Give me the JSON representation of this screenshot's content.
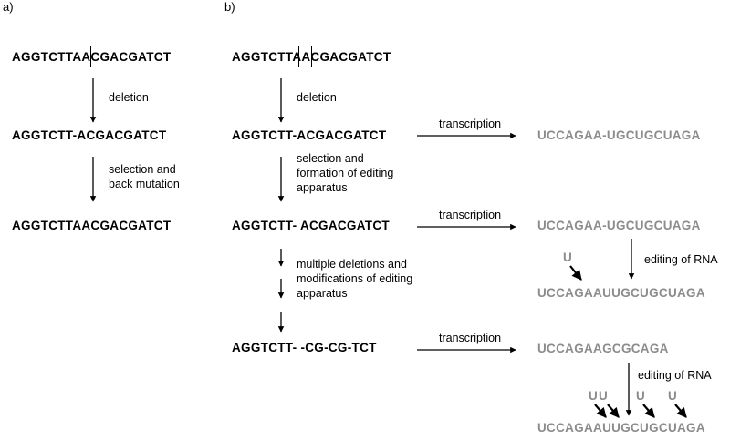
{
  "panel_a": {
    "label": "a)",
    "seq1": "AGGTCTTAACGACGATCT",
    "step1": "deletion",
    "seq2": "AGGTCTT-ACGACGATCT",
    "step2_line1": "selection and",
    "step2_line2": "back mutation",
    "seq3": "AGGTCTTAACGACGATCT"
  },
  "panel_b": {
    "label": "b)",
    "seq1": "AGGTCTTAACGACGATCT",
    "step1": "deletion",
    "seq2": "AGGTCTT-ACGACGATCT",
    "step2_line1": "selection and",
    "step2_line2": "formation of editing",
    "step2_line3": "apparatus",
    "seq3": "AGGTCTT- ACGACGATCT",
    "step3_line1": "multiple deletions and",
    "step3_line2": "modifications of editing",
    "step3_line3": "apparatus",
    "seq4": "AGGTCTT- -CG-CG-TCT",
    "transcription": "transcription",
    "rna1": "UCCAGAA-UGCUGCUAGA",
    "rna2": "UCCAGAA-UGCUGCUAGA",
    "editing": "editing of RNA",
    "rna2_edited": "UCCAGAAUUGCUGCUAGA",
    "rna3": "UCCAGAAGCGCAGA",
    "rna3_edited": "UCCAGAAUUGCUGCUAGA",
    "u": "U"
  }
}
